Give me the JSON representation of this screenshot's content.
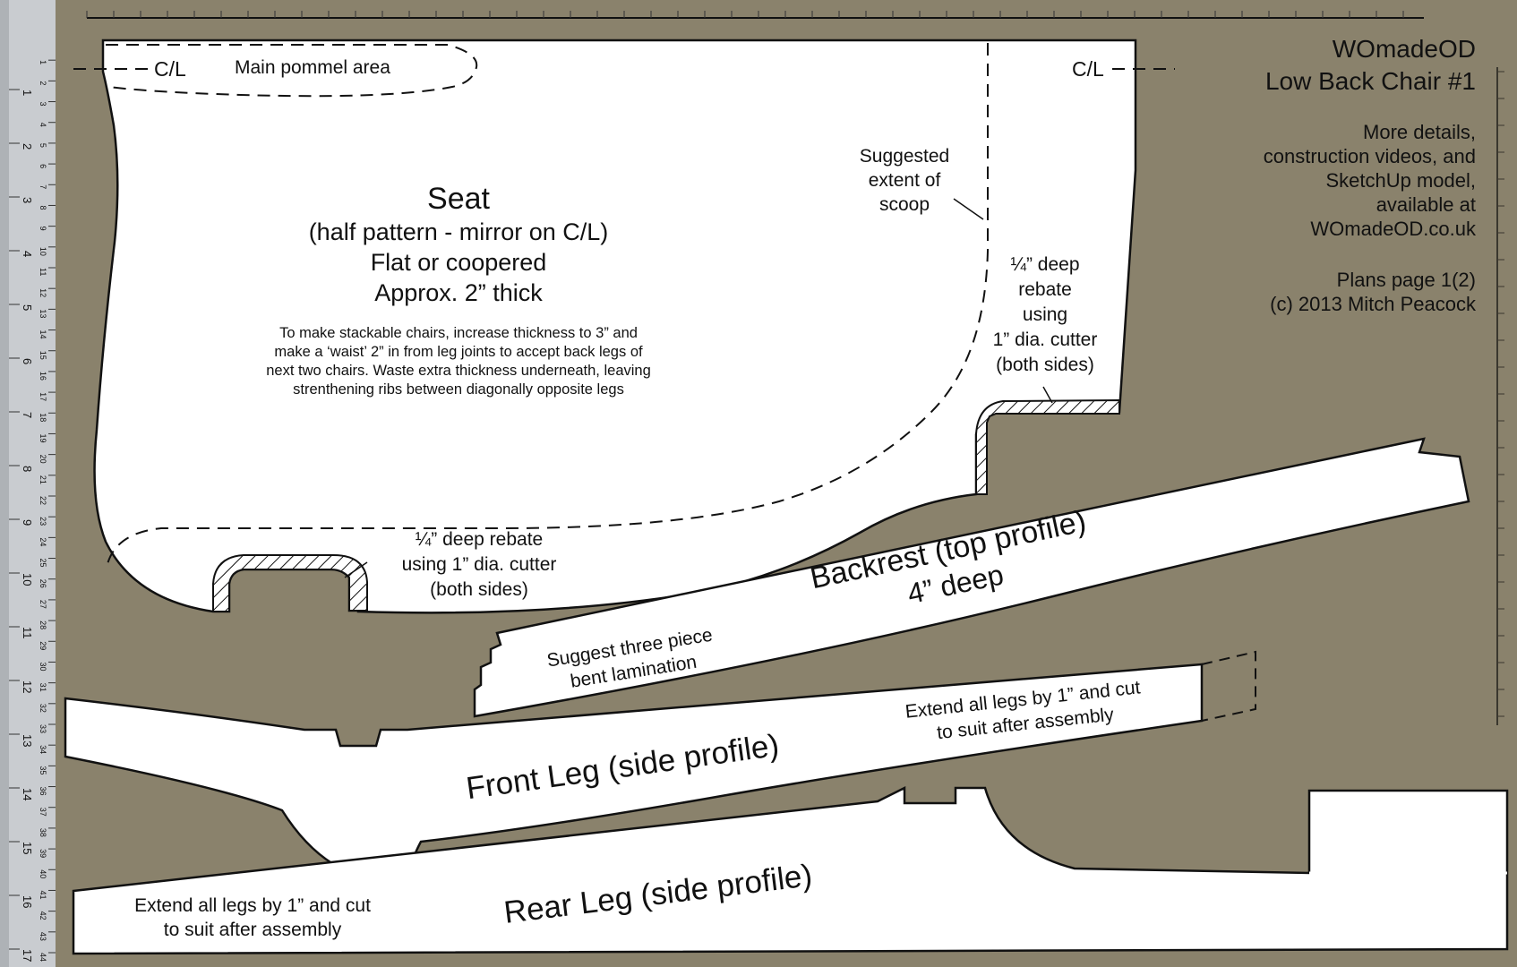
{
  "colors": {
    "board": "#8a826c",
    "piece": "#ffffff",
    "ink": "#111111",
    "ruler": "#c9ccd0"
  },
  "header": {
    "brand": "WOmadeOD",
    "title": "Low Back Chair #1",
    "details": [
      "More details,",
      "construction videos, and",
      "SketchUp model,",
      "available at",
      "WOmadeOD.co.uk"
    ],
    "page": "Plans page 1(2)",
    "copyright": "(c)  2013 Mitch Peacock"
  },
  "seat": {
    "title": "Seat",
    "subtitle": "(half pattern - mirror on C/L)",
    "line2": "Flat or coopered",
    "line3": "Approx. 2” thick",
    "note": [
      "To make stackable chairs, increase thickness to 3” and",
      "make a ‘waist’ 2” in from leg joints to accept back legs of",
      "next two chairs. Waste extra thickness underneath, leaving",
      "strenthening ribs between diagonally opposite legs"
    ],
    "pommel": "Main pommel area",
    "cl_left": "C/L",
    "cl_right": "C/L",
    "scoop": [
      "Suggested",
      "extent of",
      "scoop"
    ],
    "rebate_side": [
      "¼” deep",
      "rebate",
      "using",
      "1” dia. cutter",
      "(both sides)"
    ],
    "rebate_bottom": [
      "¼” deep rebate",
      "using 1” dia. cutter",
      "(both sides)"
    ]
  },
  "backrest": {
    "title": "Backrest (top profile)",
    "depth": "4” deep",
    "note": [
      "Suggest three piece",
      "bent lamination"
    ]
  },
  "front_leg": {
    "title": "Front Leg (side profile)",
    "note": [
      "Extend all legs by 1” and cut",
      "to suit after assembly"
    ]
  },
  "rear_leg": {
    "title": "Rear Leg (side profile)",
    "note": [
      "Extend all legs by 1” and cut",
      "to suit after assembly"
    ]
  },
  "ruler": {
    "left_inches": [
      "1",
      "2",
      "3",
      "4",
      "5",
      "6",
      "7",
      "8",
      "9",
      "10",
      "11",
      "12",
      "13",
      "14",
      "15",
      "16",
      "17"
    ],
    "left_cm": [
      "1",
      "2",
      "3",
      "4",
      "5",
      "6",
      "7",
      "8",
      "9",
      "10",
      "11",
      "12",
      "13",
      "14",
      "15",
      "16",
      "17",
      "18",
      "19",
      "20",
      "21",
      "22",
      "23",
      "24",
      "25",
      "26",
      "27",
      "28",
      "29",
      "30",
      "31",
      "32",
      "33",
      "34",
      "35",
      "36",
      "37",
      "38",
      "39",
      "40",
      "41",
      "42",
      "43",
      "44"
    ]
  }
}
